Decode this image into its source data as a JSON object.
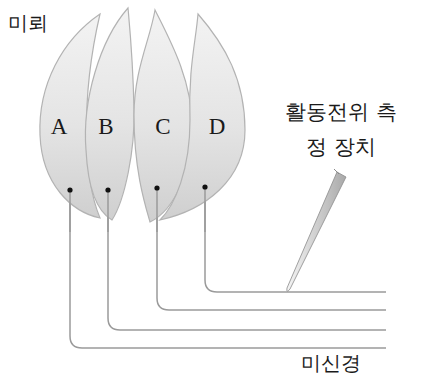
{
  "diagram": {
    "nodes": [
      {
        "text": [
          "미뢰"
        ]
      },
      {
        "text": [
          "A"
        ],
        "in": 0
      },
      {
        "text": [
          "B"
        ],
        "in": 0
      },
      {
        "text": [
          "C"
        ],
        "in": 0
      },
      {
        "text": [
          "D"
        ],
        "in": 0
      }
    ],
    "labels": [
      "활동전위 측정 장치",
      "미신경"
    ]
  }
}
